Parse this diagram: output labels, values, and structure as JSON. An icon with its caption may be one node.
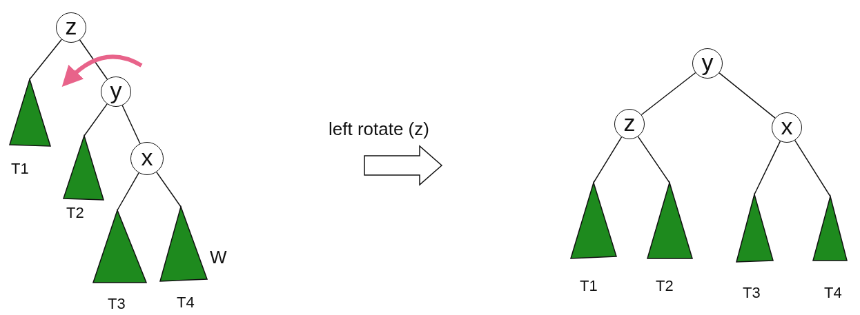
{
  "diagram": {
    "nodes": [
      {
        "text": [
          "z"
        ]
      },
      {
        "text": [],
        "shape": "triangle",
        "beside": [
          "T1"
        ]
      },
      {
        "text": [
          "y"
        ]
      },
      {
        "text": [],
        "shape": "triangle",
        "beside": [
          "T2"
        ]
      },
      {
        "text": [
          "x"
        ]
      },
      {
        "text": [],
        "shape": "triangle",
        "beside": [
          "T3"
        ]
      },
      {
        "text": [],
        "shape": "triangle",
        "beside": [
          "T4"
        ]
      },
      {
        "text": [
          "y"
        ]
      },
      {
        "text": [
          "z"
        ]
      },
      {
        "text": [
          "x"
        ]
      },
      {
        "text": [],
        "shape": "triangle",
        "beside": [
          "T1"
        ]
      },
      {
        "text": [],
        "shape": "triangle",
        "beside": [
          "T2"
        ]
      },
      {
        "text": [],
        "shape": "triangle",
        "beside": [
          "T3"
        ]
      },
      {
        "text": [],
        "shape": "triangle",
        "beside": [
          "T4"
        ]
      }
    ],
    "edges": [
      {
        "from": 0,
        "to": 1,
        "arrow": "none"
      },
      {
        "from": 0,
        "to": 2,
        "arrow": "none"
      },
      {
        "from": 2,
        "to": 3,
        "arrow": "none"
      },
      {
        "from": 2,
        "to": 4,
        "arrow": "none"
      },
      {
        "from": 4,
        "to": 5,
        "arrow": "none"
      },
      {
        "from": 4,
        "to": 6,
        "arrow": "none"
      },
      {
        "from": 7,
        "to": 8,
        "arrow": "none"
      },
      {
        "from": 7,
        "to": 9,
        "arrow": "none"
      },
      {
        "from": 8,
        "to": 10,
        "arrow": "none"
      },
      {
        "from": 8,
        "to": 11,
        "arrow": "none"
      },
      {
        "from": 9,
        "to": 12,
        "arrow": "none"
      },
      {
        "from": 9,
        "to": 13,
        "arrow": "none"
      }
    ],
    "labels": [
      "left rotate (z)",
      "W"
    ]
  }
}
